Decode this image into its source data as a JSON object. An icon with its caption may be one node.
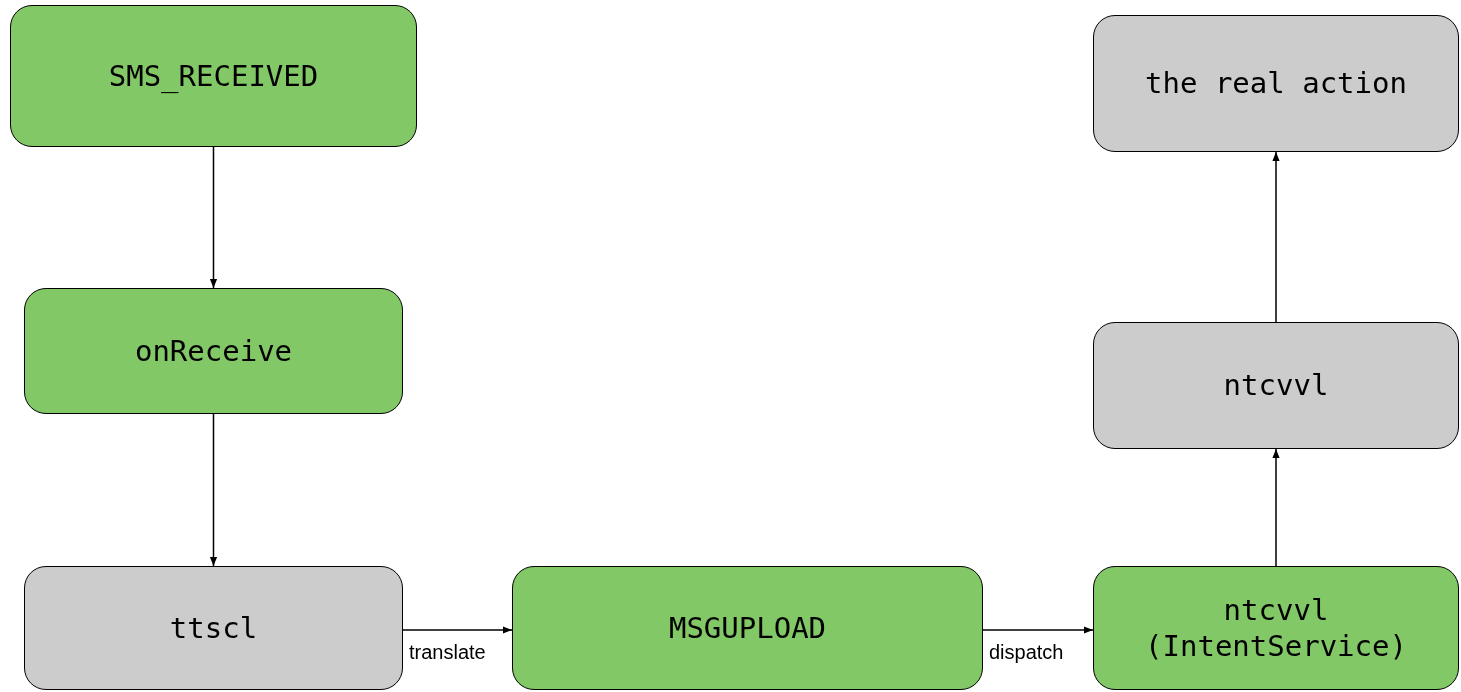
{
  "diagram": {
    "nodes": [
      {
        "text": [
          "SMS_RECEIVED"
        ]
      },
      {
        "text": [
          "onReceive"
        ]
      },
      {
        "text": [
          "ttscl"
        ]
      },
      {
        "text": [
          "MSGUPLOAD"
        ]
      },
      {
        "text": [
          "ntcvvl (IntentService)"
        ]
      },
      {
        "text": [
          "ntcvvl"
        ]
      },
      {
        "text": [
          "the real action"
        ]
      }
    ],
    "edges": [
      {
        "from": 0,
        "to": 1,
        "arrow": "to"
      },
      {
        "from": 1,
        "to": 2,
        "arrow": "to"
      },
      {
        "from": 2,
        "to": 3,
        "arrow": "to",
        "label": "translate"
      },
      {
        "from": 3,
        "to": 4,
        "arrow": "to",
        "label": "dispatch"
      },
      {
        "from": 4,
        "to": 5,
        "arrow": "to"
      },
      {
        "from": 5,
        "to": 6,
        "arrow": "to"
      }
    ]
  }
}
